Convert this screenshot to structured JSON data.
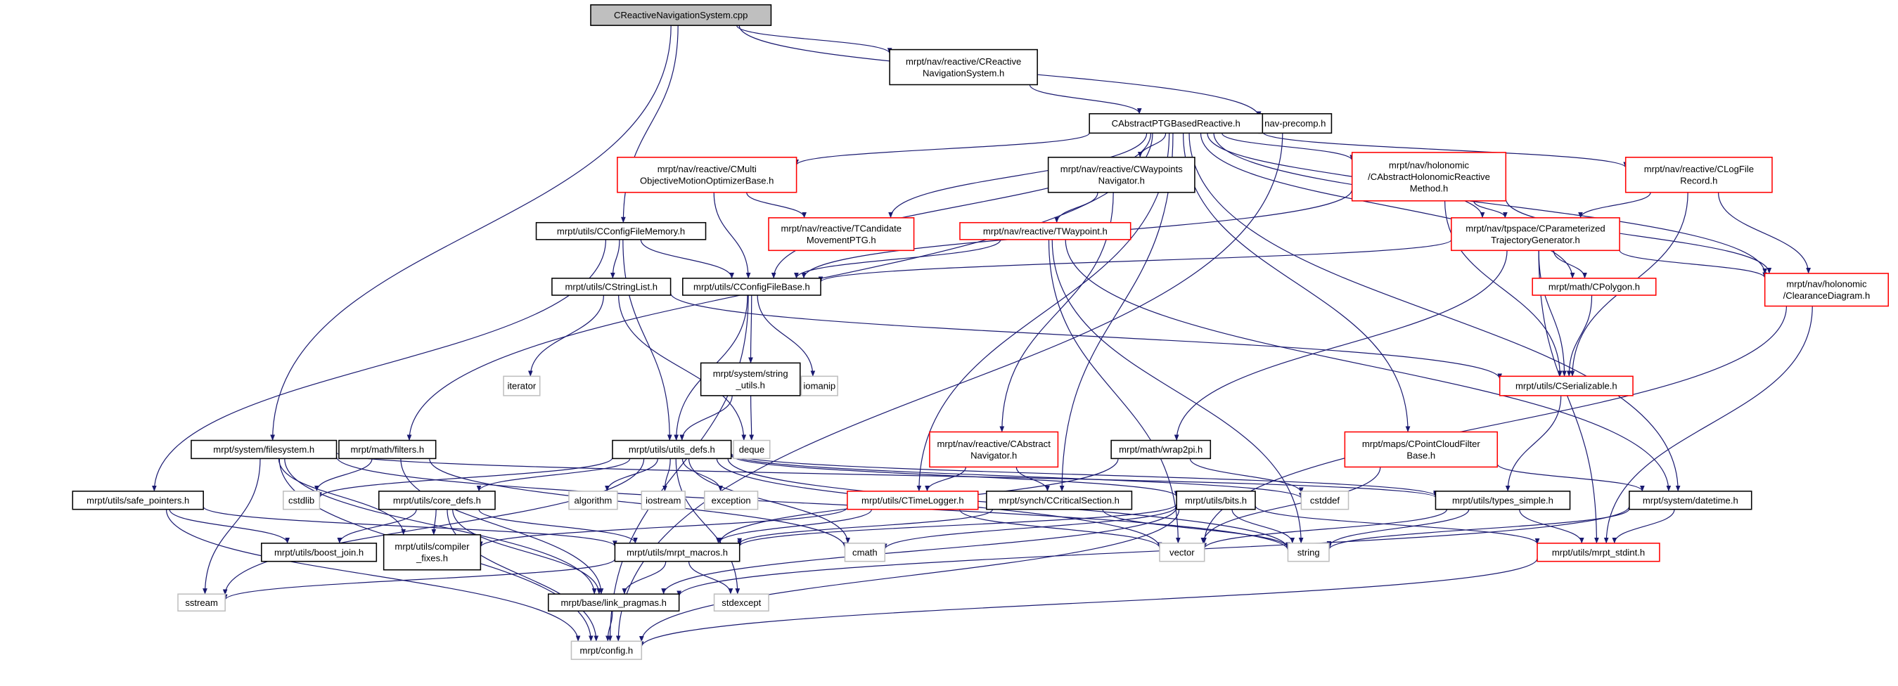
{
  "colors": {
    "edge": "#191970",
    "root_fill": "#bfbfbf",
    "linked_border": "#000000",
    "incomplete_border": "#ff0000",
    "system_border": "#bfbfbf"
  },
  "nodes": [
    {
      "id": "cpp",
      "lines": [
        "CReactiveNavigationSystem.cpp"
      ],
      "style": "root"
    },
    {
      "id": "crns",
      "lines": [
        "mrpt/nav/reactive/CReactive",
        "NavigationSystem.h"
      ],
      "style": "black"
    },
    {
      "id": "navpre",
      "lines": [
        "nav-precomp.h"
      ],
      "style": "black"
    },
    {
      "id": "captg",
      "lines": [
        "CAbstractPTGBasedReactive.h"
      ],
      "style": "black"
    },
    {
      "id": "cmulti",
      "lines": [
        "mrpt/nav/reactive/CMulti",
        "ObjectiveMotionOptimizerBase.h"
      ],
      "style": "red"
    },
    {
      "id": "cway",
      "lines": [
        "mrpt/nav/reactive/CWaypoints",
        "Navigator.h"
      ],
      "style": "black"
    },
    {
      "id": "cholo",
      "lines": [
        "mrpt/nav/holonomic",
        "/CAbstractHolonomicReactive",
        "Method.h"
      ],
      "style": "red"
    },
    {
      "id": "clog",
      "lines": [
        "mrpt/nav/reactive/CLogFile",
        "Record.h"
      ],
      "style": "red"
    },
    {
      "id": "tcand",
      "lines": [
        "mrpt/nav/reactive/TCandidate",
        "MovementPTG.h"
      ],
      "style": "red"
    },
    {
      "id": "cfgmem",
      "lines": [
        "mrpt/utils/CConfigFileMemory.h"
      ],
      "style": "black"
    },
    {
      "id": "twp",
      "lines": [
        "mrpt/nav/reactive/TWaypoint.h"
      ],
      "style": "red"
    },
    {
      "id": "cptg",
      "lines": [
        "mrpt/nav/tpspace/CParameterized",
        "TrajectoryGenerator.h"
      ],
      "style": "red"
    },
    {
      "id": "cpoly",
      "lines": [
        "mrpt/math/CPolygon.h"
      ],
      "style": "red"
    },
    {
      "id": "clear",
      "lines": [
        "mrpt/nav/holonomic",
        "/ClearanceDiagram.h"
      ],
      "style": "red"
    },
    {
      "id": "cstrl",
      "lines": [
        "mrpt/utils/CStringList.h"
      ],
      "style": "black"
    },
    {
      "id": "cfgbase",
      "lines": [
        "mrpt/utils/CConfigFileBase.h"
      ],
      "style": "black"
    },
    {
      "id": "iterator",
      "lines": [
        "iterator"
      ],
      "style": "gray"
    },
    {
      "id": "strutils",
      "lines": [
        "mrpt/system/string",
        "_utils.h"
      ],
      "style": "black"
    },
    {
      "id": "iomanip",
      "lines": [
        "iomanip"
      ],
      "style": "gray"
    },
    {
      "id": "cser",
      "lines": [
        "mrpt/utils/CSerializable.h"
      ],
      "style": "red"
    },
    {
      "id": "fs",
      "lines": [
        "mrpt/system/filesystem.h"
      ],
      "style": "black"
    },
    {
      "id": "filters",
      "lines": [
        "mrpt/math/filters.h"
      ],
      "style": "black"
    },
    {
      "id": "udefs",
      "lines": [
        "mrpt/utils/utils_defs.h"
      ],
      "style": "black"
    },
    {
      "id": "deque",
      "lines": [
        "deque"
      ],
      "style": "gray"
    },
    {
      "id": "cabsnav",
      "lines": [
        "mrpt/nav/reactive/CAbstract",
        "Navigator.h"
      ],
      "style": "red"
    },
    {
      "id": "wrap2pi",
      "lines": [
        "mrpt/math/wrap2pi.h"
      ],
      "style": "black"
    },
    {
      "id": "cpcf",
      "lines": [
        "mrpt/maps/CPointCloudFilter",
        "Base.h"
      ],
      "style": "red"
    },
    {
      "id": "safep",
      "lines": [
        "mrpt/utils/safe_pointers.h"
      ],
      "style": "black"
    },
    {
      "id": "cstdlib",
      "lines": [
        "cstdlib"
      ],
      "style": "gray"
    },
    {
      "id": "coredefs",
      "lines": [
        "mrpt/utils/core_defs.h"
      ],
      "style": "black"
    },
    {
      "id": "algorithm",
      "lines": [
        "algorithm"
      ],
      "style": "gray"
    },
    {
      "id": "iostream",
      "lines": [
        "iostream"
      ],
      "style": "gray"
    },
    {
      "id": "exception",
      "lines": [
        "exception"
      ],
      "style": "gray"
    },
    {
      "id": "ctime",
      "lines": [
        "mrpt/utils/CTimeLogger.h"
      ],
      "style": "red"
    },
    {
      "id": "ccrit",
      "lines": [
        "mrpt/synch/CCriticalSection.h"
      ],
      "style": "black"
    },
    {
      "id": "bits",
      "lines": [
        "mrpt/utils/bits.h"
      ],
      "style": "black"
    },
    {
      "id": "cstddef",
      "lines": [
        "cstddef"
      ],
      "style": "gray"
    },
    {
      "id": "types",
      "lines": [
        "mrpt/utils/types_simple.h"
      ],
      "style": "black"
    },
    {
      "id": "datetime",
      "lines": [
        "mrpt/system/datetime.h"
      ],
      "style": "black"
    },
    {
      "id": "boostj",
      "lines": [
        "mrpt/utils/boost_join.h"
      ],
      "style": "black"
    },
    {
      "id": "compfix",
      "lines": [
        "mrpt/utils/compiler",
        "_fixes.h"
      ],
      "style": "black"
    },
    {
      "id": "macros",
      "lines": [
        "mrpt/utils/mrpt_macros.h"
      ],
      "style": "black"
    },
    {
      "id": "cmath",
      "lines": [
        "cmath"
      ],
      "style": "gray"
    },
    {
      "id": "vector",
      "lines": [
        "vector"
      ],
      "style": "gray"
    },
    {
      "id": "string",
      "lines": [
        "string"
      ],
      "style": "gray"
    },
    {
      "id": "stdint",
      "lines": [
        "mrpt/utils/mrpt_stdint.h"
      ],
      "style": "red"
    },
    {
      "id": "sstream",
      "lines": [
        "sstream"
      ],
      "style": "gray"
    },
    {
      "id": "linkp",
      "lines": [
        "mrpt/base/link_pragmas.h"
      ],
      "style": "black"
    },
    {
      "id": "stdexcept",
      "lines": [
        "stdexcept"
      ],
      "style": "gray"
    },
    {
      "id": "config",
      "lines": [
        "mrpt/config.h"
      ],
      "style": "gray"
    }
  ],
  "edges": [
    [
      "cpp",
      "crns"
    ],
    [
      "cpp",
      "navpre"
    ],
    [
      "cpp",
      "cfgmem"
    ],
    [
      "cpp",
      "fs"
    ],
    [
      "crns",
      "captg"
    ],
    [
      "navpre",
      "config"
    ],
    [
      "captg",
      "cmulti"
    ],
    [
      "captg",
      "tcand"
    ],
    [
      "captg",
      "cway"
    ],
    [
      "captg",
      "cholo"
    ],
    [
      "captg",
      "cptg"
    ],
    [
      "captg",
      "clog"
    ],
    [
      "captg",
      "clear"
    ],
    [
      "captg",
      "cpoly"
    ],
    [
      "captg",
      "datetime"
    ],
    [
      "captg",
      "filters"
    ],
    [
      "captg",
      "ctime"
    ],
    [
      "captg",
      "ccrit"
    ],
    [
      "captg",
      "cpcf"
    ],
    [
      "captg",
      "cfgbase"
    ],
    [
      "cmulti",
      "tcand"
    ],
    [
      "cmulti",
      "cfgbase"
    ],
    [
      "cway",
      "twp"
    ],
    [
      "cway",
      "cabsnav"
    ],
    [
      "cholo",
      "cfgbase"
    ],
    [
      "cholo",
      "cptg"
    ],
    [
      "cholo",
      "cser"
    ],
    [
      "cholo",
      "clear"
    ],
    [
      "clog",
      "cptg"
    ],
    [
      "clog",
      "cser"
    ],
    [
      "clog",
      "clear"
    ],
    [
      "cfgmem",
      "cstrl"
    ],
    [
      "cfgmem",
      "cfgbase"
    ],
    [
      "cfgmem",
      "udefs"
    ],
    [
      "cfgmem",
      "safep"
    ],
    [
      "twp",
      "cfgbase"
    ],
    [
      "twp",
      "vector"
    ],
    [
      "twp",
      "string"
    ],
    [
      "twp",
      "datetime"
    ],
    [
      "cptg",
      "cfgbase"
    ],
    [
      "cptg",
      "cpoly"
    ],
    [
      "cptg",
      "clear"
    ],
    [
      "cptg",
      "cser"
    ],
    [
      "cptg",
      "wrap2pi"
    ],
    [
      "cptg",
      "stdint"
    ],
    [
      "cpoly",
      "cser"
    ],
    [
      "clear",
      "vector"
    ],
    [
      "clear",
      "stdint"
    ],
    [
      "cstrl",
      "iterator"
    ],
    [
      "cstrl",
      "deque"
    ],
    [
      "cstrl",
      "cser"
    ],
    [
      "cfgbase",
      "strutils"
    ],
    [
      "cfgbase",
      "iomanip"
    ],
    [
      "cfgbase",
      "udefs"
    ],
    [
      "cfgbase",
      "config"
    ],
    [
      "strutils",
      "udefs"
    ],
    [
      "strutils",
      "deque"
    ],
    [
      "cser",
      "types"
    ],
    [
      "fs",
      "sstream"
    ],
    [
      "fs",
      "config"
    ],
    [
      "fs",
      "linkp"
    ],
    [
      "fs",
      "compfix"
    ],
    [
      "fs",
      "types"
    ],
    [
      "fs",
      "string"
    ],
    [
      "filters",
      "cstdlib"
    ],
    [
      "filters",
      "linkp"
    ],
    [
      "filters",
      "cmath"
    ],
    [
      "udefs",
      "cstdlib"
    ],
    [
      "udefs",
      "sstream"
    ],
    [
      "udefs",
      "coredefs"
    ],
    [
      "udefs",
      "algorithm"
    ],
    [
      "udefs",
      "iostream"
    ],
    [
      "udefs",
      "exception"
    ],
    [
      "udefs",
      "stdexcept"
    ],
    [
      "udefs",
      "cmath"
    ],
    [
      "udefs",
      "types"
    ],
    [
      "udefs",
      "bits"
    ],
    [
      "udefs",
      "cstddef"
    ],
    [
      "udefs",
      "vector"
    ],
    [
      "udefs",
      "string"
    ],
    [
      "cabsnav",
      "ctime"
    ],
    [
      "cabsnav",
      "ccrit"
    ],
    [
      "wrap2pi",
      "cstddef"
    ],
    [
      "wrap2pi",
      "macros"
    ],
    [
      "cpcf",
      "vector"
    ],
    [
      "cpcf",
      "datetime"
    ],
    [
      "safep",
      "boostj"
    ],
    [
      "safep",
      "macros"
    ],
    [
      "safep",
      "config"
    ],
    [
      "coredefs",
      "boostj"
    ],
    [
      "coredefs",
      "compfix"
    ],
    [
      "coredefs",
      "macros"
    ],
    [
      "coredefs",
      "linkp"
    ],
    [
      "coredefs",
      "config"
    ],
    [
      "ctime",
      "compfix"
    ],
    [
      "ctime",
      "macros"
    ],
    [
      "ctime",
      "vector"
    ],
    [
      "ccrit",
      "macros"
    ],
    [
      "ccrit",
      "string"
    ],
    [
      "bits",
      "macros"
    ],
    [
      "bits",
      "cmath"
    ],
    [
      "bits",
      "linkp"
    ],
    [
      "bits",
      "config"
    ],
    [
      "bits",
      "string"
    ],
    [
      "bits",
      "stdint"
    ],
    [
      "types",
      "vector"
    ],
    [
      "types",
      "string"
    ],
    [
      "types",
      "stdint"
    ],
    [
      "datetime",
      "string"
    ],
    [
      "datetime",
      "stdint"
    ],
    [
      "datetime",
      "linkp"
    ],
    [
      "macros",
      "sstream"
    ],
    [
      "macros",
      "linkp"
    ],
    [
      "macros",
      "stdexcept"
    ],
    [
      "linkp",
      "config"
    ],
    [
      "stdint",
      "config"
    ]
  ]
}
